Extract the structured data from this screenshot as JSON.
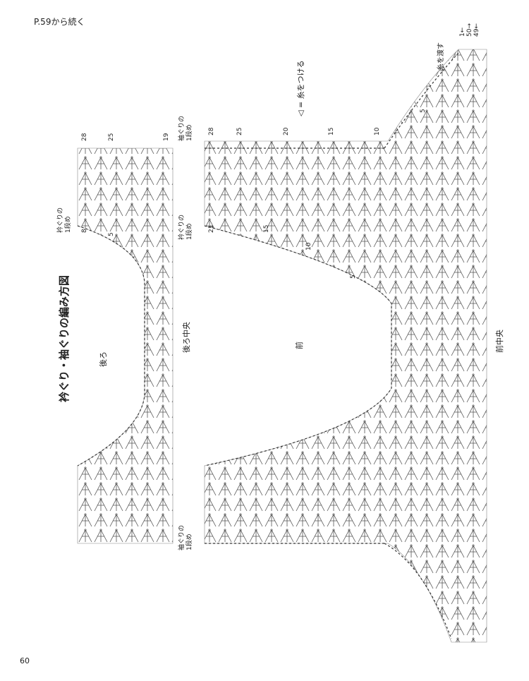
{
  "header": {
    "continued": "P.59から続く"
  },
  "page_number": "60",
  "diagram": {
    "title": "衿ぐり・袖ぐりの編み方図",
    "back_label": "後ろ",
    "back_center": "後ろ中央",
    "front_label": "前",
    "front_center": "前中央",
    "neck_row1": "衿ぐりの\n1段め",
    "sleeve_row1": "袖ぐりの\n1段め",
    "attach_yarn": "◁ = 糸をつける",
    "pass_yarn": "糸を渡す",
    "back_rows": [
      "28",
      "25",
      "19",
      "8",
      "5"
    ],
    "front_rows": [
      "28",
      "25",
      "20",
      "15",
      "10",
      "5",
      "21",
      "15",
      "10",
      "5"
    ],
    "top_rows": [
      "1←",
      "50→",
      "49←"
    ]
  }
}
